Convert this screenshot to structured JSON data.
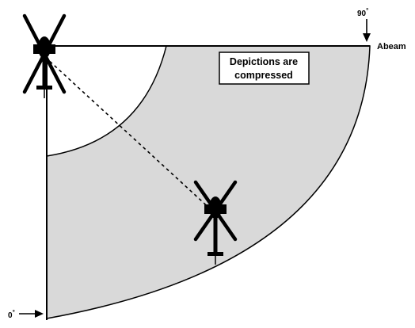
{
  "diagram": {
    "callout_line1": "Depictions are",
    "callout_line2": "compressed",
    "label_90": "90",
    "label_90_unit": "°",
    "label_abeam": "Abeam",
    "label_0": "0",
    "label_0_unit": "°",
    "colors": {
      "region_fill": "#d9d9d9",
      "stroke": "#000000",
      "background": "#ffffff"
    },
    "icons": [
      "helicopter-icon",
      "helicopter-icon"
    ]
  }
}
